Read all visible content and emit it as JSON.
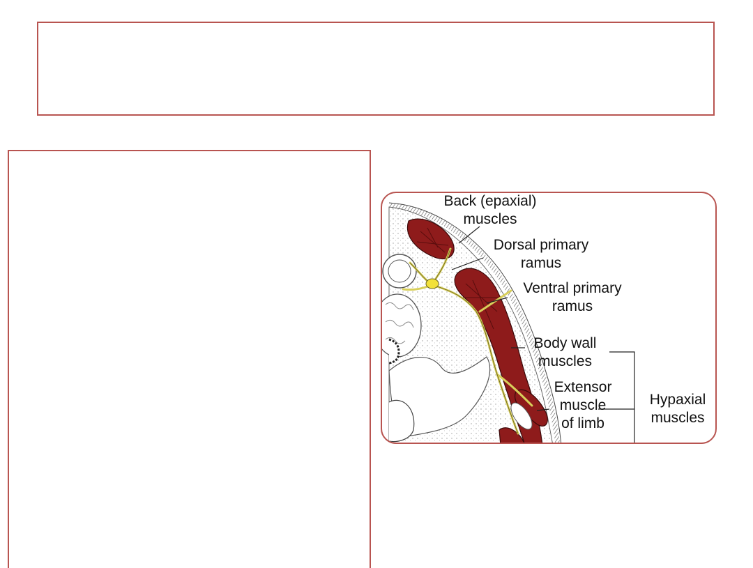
{
  "slide": {
    "title": "",
    "body": ""
  },
  "figure": {
    "labels": {
      "back_line1": "Back (epaxial)",
      "back_line2": "muscles",
      "dorsal_line1": "Dorsal primary",
      "dorsal_line2": "ramus",
      "ventral_line1": "Ventral primary",
      "ventral_line2": "ramus",
      "bodywall_line1": "Body wall",
      "bodywall_line2": "muscles",
      "extensor_line1": "Extensor",
      "extensor_line2": "muscle",
      "extensor_line3": "of limb",
      "hypaxial_line1": "Hypaxial",
      "hypaxial_line2": "muscles"
    },
    "colors": {
      "frame_border": "#b85450",
      "muscle": "#8e1b1b",
      "nerve": "#e8e07a",
      "tissue": "#f4f4f0"
    }
  }
}
